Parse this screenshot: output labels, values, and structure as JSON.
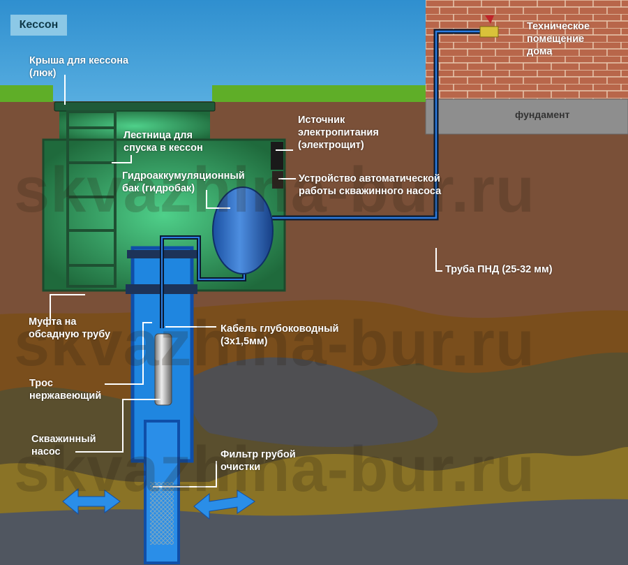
{
  "title": "Кессон",
  "watermark": "skvazhina-bur.ru",
  "labels": {
    "roof": [
      "Крыша для кессона",
      "(люк)"
    ],
    "ladder": [
      "Лестница для",
      "спуска в кессон"
    ],
    "tank": [
      "Гидроаккумуляционный",
      "бак (гидробак)"
    ],
    "power": [
      "Источник",
      "электропитания",
      "(электрощит)"
    ],
    "automation": [
      "Устройство автоматической",
      "работы скважинного насоса"
    ],
    "tech_room": [
      "Техническое",
      "помещение",
      "дома"
    ],
    "foundation": "фундамент",
    "pipe": "Труба ПНД (25-32 мм)",
    "coupling": [
      "Муфта на",
      "обсадную трубу"
    ],
    "cable": [
      "Кабель глубоководный",
      "(3х1,5мм)"
    ],
    "rope": [
      "Трос",
      "нержавеющий"
    ],
    "pump": [
      "Скважинный",
      "насос"
    ],
    "filter": [
      "Фильтр грубой",
      "очистки"
    ]
  },
  "colors": {
    "sky": "#3f9ad3",
    "soil": "#7a5038",
    "caisson": "#2f8a55",
    "water": "#1f86e0",
    "brick": "#b5654a"
  }
}
